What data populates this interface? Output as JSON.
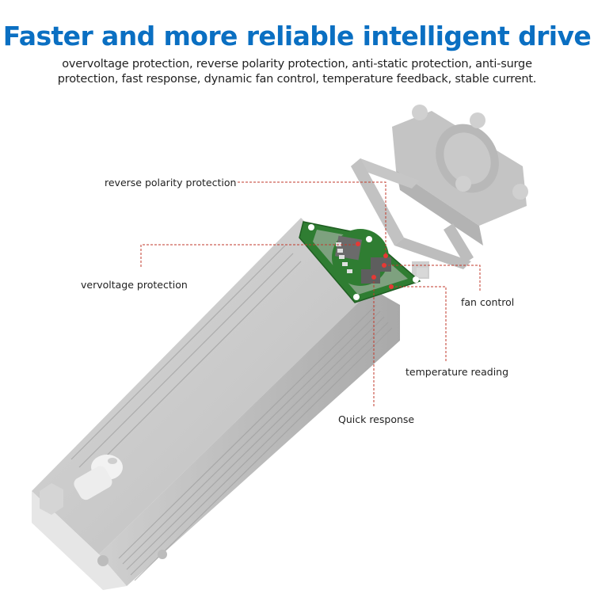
{
  "header": {
    "title": "Faster and more reliable intelligent drive",
    "subtitle": "overvoltage protection, reverse polarity protection, anti-static protection, anti-surge protection, fast response, dynamic fan control, temperature feedback, stable current."
  },
  "callouts": [
    {
      "id": "reverse-polarity",
      "label": "reverse polarity protection"
    },
    {
      "id": "overvoltage",
      "label": "vervoltage protection"
    },
    {
      "id": "fan-control",
      "label": "fan control"
    },
    {
      "id": "temperature",
      "label": "temperature reading"
    },
    {
      "id": "quick-response",
      "label": "Quick response"
    }
  ],
  "colors": {
    "title": "#0a6fc2",
    "pcb": "#2f7d32",
    "callout_line": "#c0392b",
    "callout_dot": "#e53935",
    "heatsink": "#c8c8c8"
  }
}
